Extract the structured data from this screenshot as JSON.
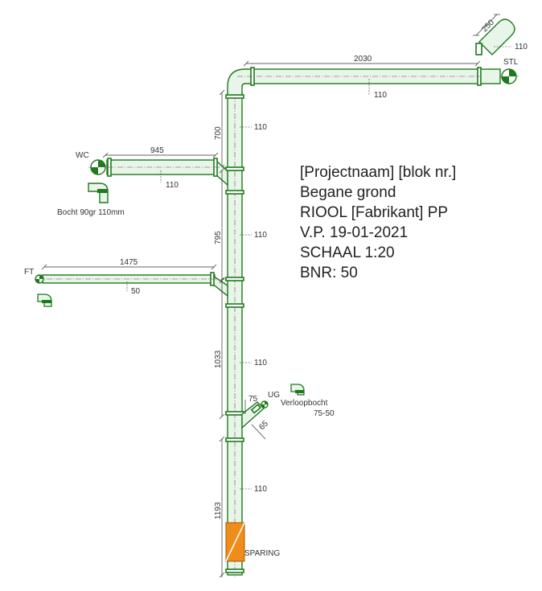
{
  "title_block": {
    "lines": [
      "[Projectnaam] [blok nr.]",
      "Begane grond",
      "RIOOL [Fabrikant] PP",
      "V.P. 19-01-2021",
      "SCHAAL 1:20",
      "BNR: 50"
    ]
  },
  "fixtures": {
    "wc": "WC",
    "ft": "FT",
    "stl": "STL",
    "ug": "UG",
    "bend_wc": "Bocht 90gr 110mm",
    "reducer_line1": "Verloopbocht",
    "reducer_line2": "75-50",
    "opening": "SPARING"
  },
  "dimensions": {
    "top_run": "2030",
    "stl_branch": "250",
    "wc_branch": "945",
    "ft_branch": "1475",
    "seg_1": "700",
    "seg_2": "795",
    "seg_3": "1033",
    "seg_4": "1193",
    "ug_75": "75",
    "ug_65": "65"
  },
  "diameters": {
    "top_run": "110",
    "stl": "110",
    "seg_1": "110",
    "wc": "110",
    "seg_2": "110",
    "ft": "50",
    "seg_3": "110",
    "seg_4": "110"
  },
  "colors": {
    "pipe_stroke": "#1f7a1f",
    "pipe_fill": "#e8f5e8",
    "opening": "#f08c1a"
  }
}
